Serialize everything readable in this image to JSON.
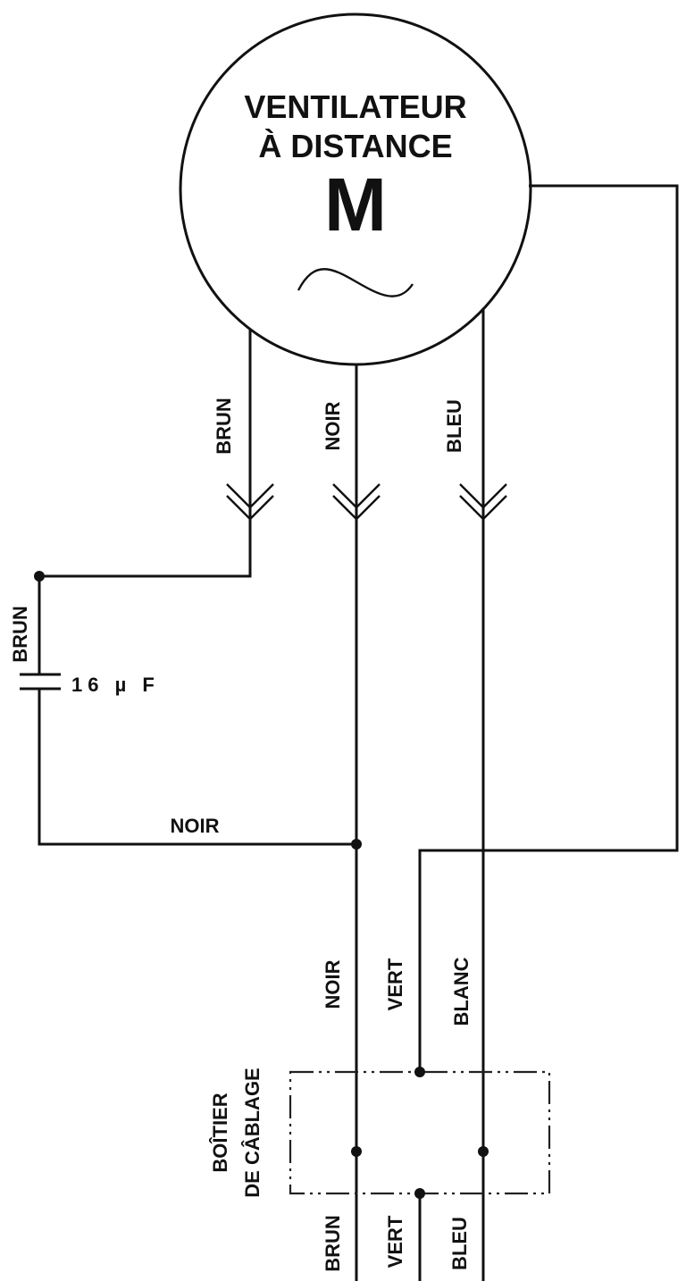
{
  "motor": {
    "title_line1": "VENTILATEUR",
    "title_line2": "À DISTANCE",
    "symbol": "M",
    "ac_symbol": "~"
  },
  "motor_leads": {
    "brun": "BRUN",
    "noir": "NOIR",
    "bleu": "BLEU"
  },
  "capacitor": {
    "lead_label": "BRUN",
    "rating": "16 µ F",
    "return_label": "NOIR"
  },
  "supply_wires": {
    "noir": "NOIR",
    "vert": "VERT",
    "blanc": "BLANC"
  },
  "junction_box": {
    "line1": "BOÎTIER",
    "line2": "DE CÂBLAGE"
  },
  "outgoing_wires": {
    "brun": "BRUN",
    "vert": "VERT",
    "bleu": "BLEU"
  }
}
